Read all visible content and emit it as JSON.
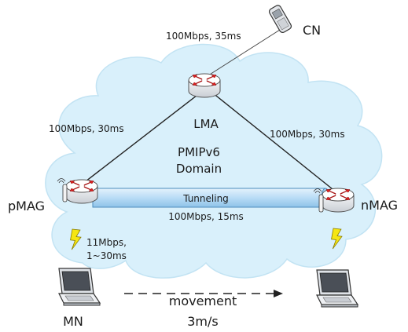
{
  "nodes": {
    "cn": "CN",
    "lma": "LMA",
    "pmag": "pMAG",
    "nmag": "nMAG",
    "mn": "MN"
  },
  "domain_label": {
    "line1": "PMIPv6",
    "line2": "Domain"
  },
  "links": {
    "lma_cn": "100Mbps, 35ms",
    "lma_pmag": "100Mbps, 30ms",
    "lma_nmag": "100Mbps, 30ms",
    "tunnel_label": "Tunneling",
    "tunnel_rate": "100Mbps, 15ms",
    "wireless_line1": "11Mbps,",
    "wireless_line2": "1~30ms"
  },
  "movement": {
    "label": "movement",
    "speed": "3m/s"
  },
  "colors": {
    "cloud": "#d9f0fb",
    "cloud_edge": "#c2e3f3",
    "tunnel": "#b9dcf6",
    "lightning": "#f5e612",
    "router_body": "#eceff2",
    "router_arrows": "#e02020"
  },
  "icons": [
    "router-icon",
    "phone-icon",
    "laptop-icon",
    "lightning-icon",
    "antenna-icon"
  ]
}
